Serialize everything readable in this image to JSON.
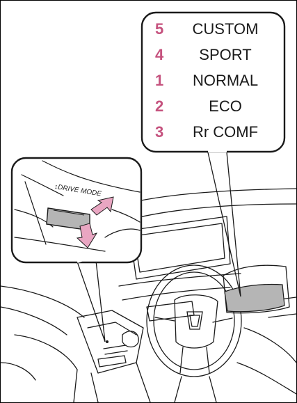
{
  "drive_modes": [
    {
      "number": "5",
      "label": "CUSTOM"
    },
    {
      "number": "4",
      "label": "SPORT"
    },
    {
      "number": "1",
      "label": "NORMAL"
    },
    {
      "number": "2",
      "label": "ECO"
    },
    {
      "number": "3",
      "label": "Rr COMF"
    }
  ],
  "switch_caption": "↕DRIVE MODE",
  "colors": {
    "number_accent": "#c5527e",
    "arrow_pink": "#e9a6c2",
    "highlight_gray": "#b5b5b5",
    "line": "#1a1a1a"
  },
  "icons": [
    "up-arrow-icon",
    "down-arrow-icon",
    "toyota-logo-icon"
  ]
}
